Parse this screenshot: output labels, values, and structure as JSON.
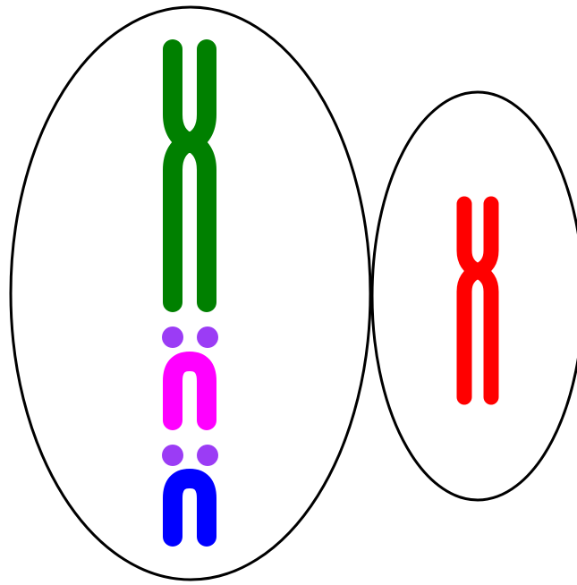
{
  "colors": {
    "background": "#ffffff",
    "cell_outline": "#000000",
    "green_chromosome": "#008000",
    "magenta_chromosome": "#ff00ff",
    "blue_chromosome": "#0000ff",
    "purple_dots": "#9b3cf5",
    "red_chromosome": "#ff0000"
  },
  "cells": [
    {
      "name": "left-cell",
      "contents": [
        "green-x-chromosome",
        "purple-dot-pair",
        "magenta-acrocentric-chromosome",
        "purple-dot-pair",
        "blue-acrocentric-chromosome"
      ]
    },
    {
      "name": "right-cell",
      "contents": [
        "red-x-chromosome"
      ]
    }
  ]
}
